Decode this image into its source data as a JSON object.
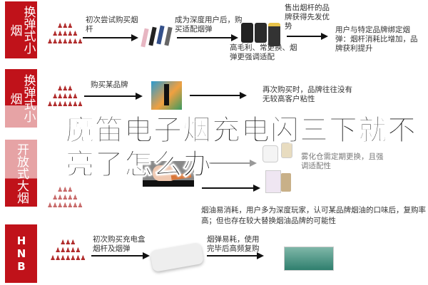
{
  "colors": {
    "label_red": "#c0121a",
    "label_pink": "#e6a3a5"
  },
  "rows": [
    {
      "label": "换弹式小烟",
      "steps": [
        "初次尝试购买烟杆",
        "成为深度用户后，购买适配烟弹",
        "售出烟杆的品牌获得先发优势",
        "高毛利、常更换、烟弹更强调适配",
        "用户与特定品牌绑定烟弹：烟杆消耗比增加，品牌获利提升"
      ]
    },
    {
      "label": "换弹式小烟",
      "steps": [
        "购买某品牌",
        "再次购买时，品牌往往没有无较高客户粘性"
      ]
    },
    {
      "label": "开放式大烟",
      "steps": [
        "雾化仓需定期更换，且强调适配性",
        "烟油易消耗，用户多为深度玩家，认可某品牌烟油的口味后，复购率高；但也存在较大替换烟油品牌的可能性"
      ]
    },
    {
      "label": "HNB",
      "steps": [
        "初次购买充电盒烟杆及烟弹",
        "烟弹易耗，使用完毕后高频复购"
      ]
    }
  ],
  "overlay": {
    "line1": "魔笛电子烟充电闪三下就不",
    "line2": "亮了怎么办"
  },
  "people_icon": "crowd-pyramid-icon"
}
